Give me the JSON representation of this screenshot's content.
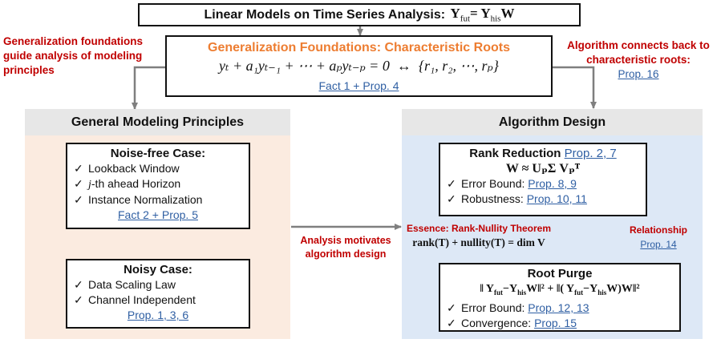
{
  "title": {
    "prefix": "Linear Models on Time Series Analysis: ",
    "eq_lhs": "Y",
    "eq_lhs_sub": "fut",
    "eq_mid": "= Y",
    "eq_mid_sub": "his",
    "eq_rhs": "W"
  },
  "foundations": {
    "heading": "Generalization Foundations: Characteristic Roots",
    "equation": "yₜ + a₁yₜ₋₁ + ⋯ + aₚyₜ₋ₚ = 0  ↔  {r₁, r₂, ⋯, rₚ}",
    "ref": "Fact 1 + Prop. 4"
  },
  "left_note": "Generalization foundations guide analysis of modeling principles",
  "right_note": {
    "text": "Algorithm connects back to characteristic roots:",
    "ref": "Prop. 16"
  },
  "principles": {
    "heading": "General Modeling Principles",
    "noise_free": {
      "title": "Noise-free Case:",
      "items": [
        "Lookback Window",
        "j-th ahead Horizon",
        "Instance Normalization"
      ],
      "ref": "Fact 2 + Prop. 5"
    },
    "noisy": {
      "title": "Noisy Case:",
      "items": [
        "Data Scaling Law",
        "Channel Independent"
      ],
      "ref": "Prop. 1, 3, 6"
    }
  },
  "middle_note": "Analysis motivates algorithm design",
  "algorithm": {
    "heading": "Algorithm Design",
    "rank_reduction": {
      "title": "Rank Reduction",
      "title_ref": "Prop. 2, 7",
      "formula": "W ≈ UₚΣ Vₚᵀ",
      "items": [
        {
          "label": "Error Bound: ",
          "ref": "Prop. 8, 9"
        },
        {
          "label": "Robustness: ",
          "ref": "Prop. 10, 11"
        }
      ]
    },
    "essence": {
      "title": "Essence: Rank-Nullity Theorem",
      "formula": "rank(T) + nullity(T) = dim V"
    },
    "relationship": {
      "label": "Relationship",
      "ref": "Prop. 14"
    },
    "root_purge": {
      "title": "Root Purge",
      "formula": "‖ Y_fut−Y_his W‖² + ‖( Y_fut−Y_his W)W‖²",
      "items": [
        {
          "label": "Error Bound: ",
          "ref": "Prop. 12, 13"
        },
        {
          "label": "Convergence: ",
          "ref": "Prop. 15"
        }
      ]
    }
  },
  "colors": {
    "orange_heading": "#ed7d31",
    "red_note": "#c00000",
    "link": "#2f5fa3",
    "left_panel_bg": "#fbebe0",
    "right_panel_bg": "#dde8f6",
    "panel_header_bg": "#e7e7e7",
    "arrow": "#808080",
    "dashed_arrow": "#1aaf8c"
  }
}
